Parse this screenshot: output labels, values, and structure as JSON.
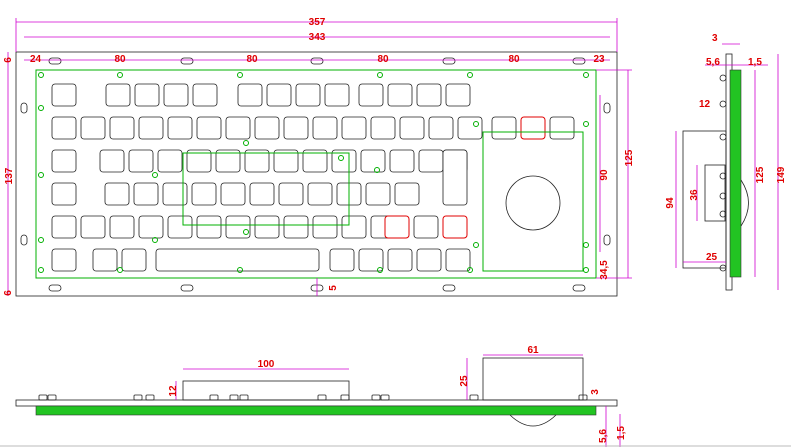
{
  "title": "Industrial metal keyboard with trackball — dimension drawing",
  "dimensions": {
    "overall_width": "357",
    "panel_width": "343",
    "top_margin": "6",
    "left_offset": "24",
    "spacing_1": "80",
    "spacing_2": "80",
    "spacing_3": "80",
    "spacing_4": "80",
    "right_offset": "23",
    "overall_height": "137",
    "panel_height": "125",
    "inner_height": "90",
    "bottom_offset": "34,5",
    "bottom_margin": "6",
    "hole_offset": "5",
    "side_thickness": "3",
    "side_depth_1": "5,6",
    "side_depth_2": "1,5",
    "side_12": "12",
    "side_height_125": "125",
    "side_height_149": "149",
    "side_box_94": "94",
    "side_36": "36",
    "side_25": "25",
    "bottom_box_width": "100",
    "bottom_box_height": "12",
    "trackball_width": "61",
    "trackball_height": "25",
    "bottom_3": "3",
    "bottom_5_6": "5,6",
    "bottom_1_5": "1,5"
  }
}
